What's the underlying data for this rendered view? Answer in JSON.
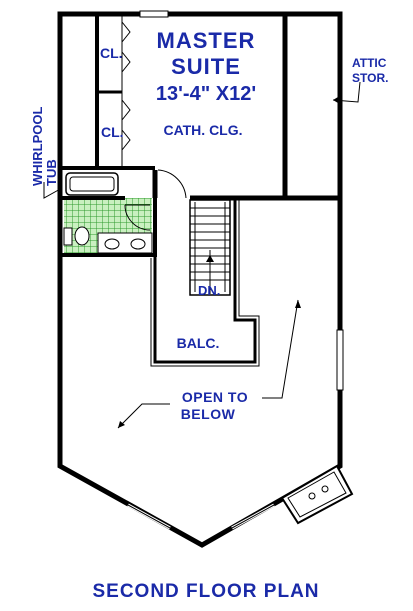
{
  "rooms": {
    "master_line1": "MASTER",
    "master_line2": "SUITE",
    "master_dims": "13'-4\" X12'",
    "cath_clg": "CATH. CLG.",
    "closet_top": "CL.",
    "closet_bottom": "CL.",
    "attic_line1": "ATTIC",
    "attic_line2": "STOR.",
    "whirlpool_line1": "WHIRLPOOL",
    "whirlpool_line2": "TUB",
    "stair_dn": "DN.",
    "balc": "BALC.",
    "open_line1": "OPEN TO",
    "open_line2": "BELOW"
  },
  "caption": "SECOND FLOOR PLAN",
  "colors": {
    "label": "#1a2aa8",
    "tile": "#2e9a2e",
    "tile_bg": "#c9f0c0",
    "wall": "#000000"
  }
}
